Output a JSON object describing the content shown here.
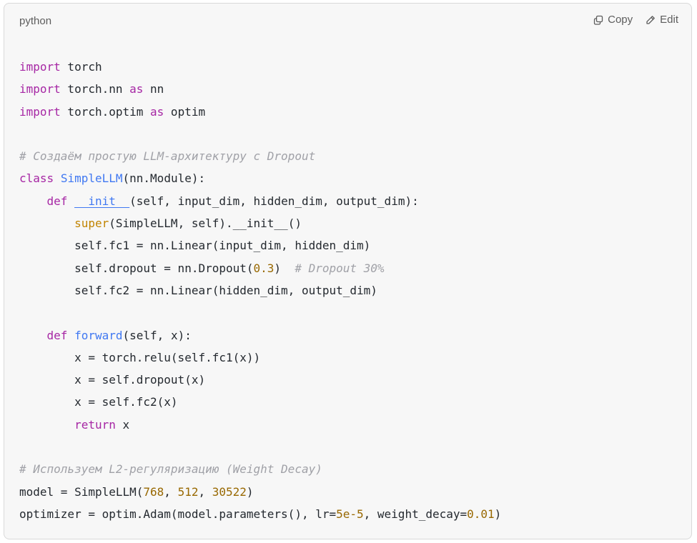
{
  "header": {
    "language": "python",
    "copy_label": "Copy",
    "edit_label": "Edit",
    "copy_icon": "copy-icon",
    "edit_icon": "pencil-icon"
  },
  "colors": {
    "keyword": "#a626a4",
    "function": "#4078f2",
    "builtin": "#c18401",
    "number": "#986801",
    "comment": "#a0a1a7",
    "text": "#24292f"
  },
  "code_lines": [
    [
      {
        "t": "import",
        "c": "kw"
      },
      {
        "t": " torch",
        "c": "plain"
      }
    ],
    [
      {
        "t": "import",
        "c": "kw"
      },
      {
        "t": " torch.nn ",
        "c": "plain"
      },
      {
        "t": "as",
        "c": "kw"
      },
      {
        "t": " nn",
        "c": "plain"
      }
    ],
    [
      {
        "t": "import",
        "c": "kw"
      },
      {
        "t": " torch.optim ",
        "c": "plain"
      },
      {
        "t": "as",
        "c": "kw"
      },
      {
        "t": " optim",
        "c": "plain"
      }
    ],
    [],
    [
      {
        "t": "# Создаём простую LLM-архитектуру с Dropout",
        "c": "cm"
      }
    ],
    [
      {
        "t": "class",
        "c": "kw"
      },
      {
        "t": " ",
        "c": "plain"
      },
      {
        "t": "SimpleLLM",
        "c": "fn"
      },
      {
        "t": "(nn.Module):",
        "c": "plain"
      }
    ],
    [
      {
        "t": "    ",
        "c": "plain"
      },
      {
        "t": "def",
        "c": "kw"
      },
      {
        "t": " ",
        "c": "plain"
      },
      {
        "t": "__init__",
        "c": "dunder"
      },
      {
        "t": "(self, input_dim, hidden_dim, output_dim):",
        "c": "plain"
      }
    ],
    [
      {
        "t": "        ",
        "c": "plain"
      },
      {
        "t": "super",
        "c": "bi"
      },
      {
        "t": "(SimpleLLM, self).__init__()",
        "c": "plain"
      }
    ],
    [
      {
        "t": "        self.fc1 = nn.Linear(input_dim, hidden_dim)",
        "c": "plain"
      }
    ],
    [
      {
        "t": "        self.dropout = nn.Dropout(",
        "c": "plain"
      },
      {
        "t": "0.3",
        "c": "num"
      },
      {
        "t": ")  ",
        "c": "plain"
      },
      {
        "t": "# Dropout 30%",
        "c": "cm"
      }
    ],
    [
      {
        "t": "        self.fc2 = nn.Linear(hidden_dim, output_dim)",
        "c": "plain"
      }
    ],
    [],
    [
      {
        "t": "    ",
        "c": "plain"
      },
      {
        "t": "def",
        "c": "kw"
      },
      {
        "t": " ",
        "c": "plain"
      },
      {
        "t": "forward",
        "c": "fn"
      },
      {
        "t": "(self, x):",
        "c": "plain"
      }
    ],
    [
      {
        "t": "        x = torch.relu(self.fc1(x))",
        "c": "plain"
      }
    ],
    [
      {
        "t": "        x = self.dropout(x)",
        "c": "plain"
      }
    ],
    [
      {
        "t": "        x = self.fc2(x)",
        "c": "plain"
      }
    ],
    [
      {
        "t": "        ",
        "c": "plain"
      },
      {
        "t": "return",
        "c": "kw"
      },
      {
        "t": " x",
        "c": "plain"
      }
    ],
    [],
    [
      {
        "t": "# Используем L2-регуляризацию (Weight Decay)",
        "c": "cm"
      }
    ],
    [
      {
        "t": "model = SimpleLLM(",
        "c": "plain"
      },
      {
        "t": "768",
        "c": "num"
      },
      {
        "t": ", ",
        "c": "plain"
      },
      {
        "t": "512",
        "c": "num"
      },
      {
        "t": ", ",
        "c": "plain"
      },
      {
        "t": "30522",
        "c": "num"
      },
      {
        "t": ")",
        "c": "plain"
      }
    ],
    [
      {
        "t": "optimizer = optim.Adam(model.parameters(), lr=",
        "c": "plain"
      },
      {
        "t": "5e-5",
        "c": "num"
      },
      {
        "t": ", weight_decay=",
        "c": "plain"
      },
      {
        "t": "0.01",
        "c": "num"
      },
      {
        "t": ")",
        "c": "plain"
      }
    ]
  ]
}
